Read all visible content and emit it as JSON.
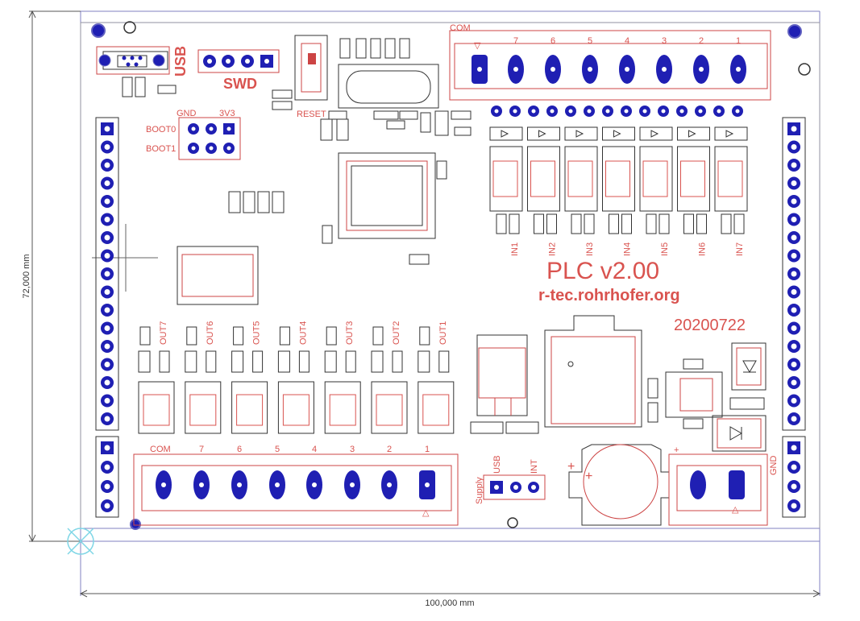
{
  "board": {
    "title": "PLC v2.00",
    "url": "r-tec.rohrhofer.org",
    "date": "20200722"
  },
  "dimensions": {
    "width_label": "100,000 mm",
    "height_label": "72,000 mm"
  },
  "labels": {
    "usb": "USB",
    "swd": "SWD",
    "reset": "RESET",
    "gnd": "GND",
    "v33": "3V3",
    "boot0": "BOOT0",
    "boot1": "BOOT1",
    "com_top": "COM",
    "com_bottom": "COM",
    "supply": "Supply",
    "supply_usb": "USB",
    "supply_int": "INT",
    "plus": "+",
    "gnd_right": "GND"
  },
  "inputs": {
    "terminal_numbers": [
      "7",
      "6",
      "5",
      "4",
      "3",
      "2",
      "1"
    ],
    "labels": [
      "IN1",
      "IN2",
      "IN3",
      "IN4",
      "IN5",
      "IN6",
      "IN7"
    ]
  },
  "outputs": {
    "terminal_numbers": [
      "7",
      "6",
      "5",
      "4",
      "3",
      "2",
      "1"
    ],
    "labels": [
      "OUT7",
      "OUT6",
      "OUT5",
      "OUT4",
      "OUT3",
      "OUT2",
      "OUT1"
    ]
  },
  "colors": {
    "silk": "#d9534f",
    "copper": "#1f1fb3",
    "outline": "#8080c0",
    "dim": "#333333"
  }
}
